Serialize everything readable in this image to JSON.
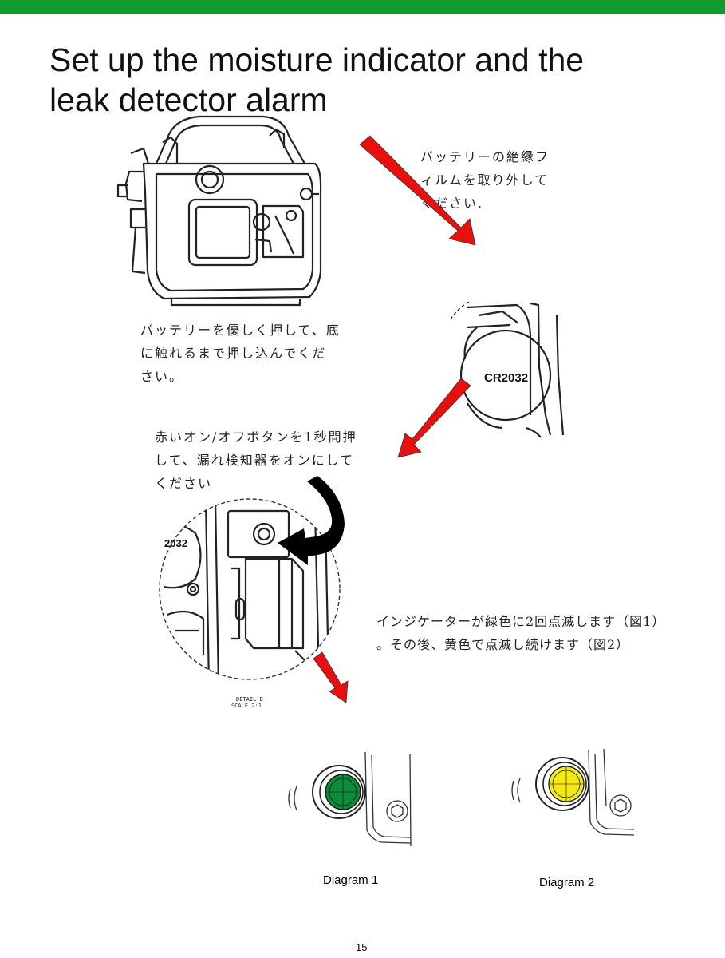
{
  "page": {
    "title_line1": "Set up the moisture indicator and the",
    "title_line2": "leak detector alarm",
    "page_number": "15"
  },
  "instructions": {
    "remove_film": [
      "バッテリーの絶縁フ",
      "ィルムを取り外して",
      "ください."
    ],
    "insert_battery": [
      "バッテリーを優しく押して、底",
      "に触れるまで押し込んでくだ",
      "さい。"
    ],
    "press_button": [
      "赤いオン/オフボタンを1秒間押",
      "して、漏れ検知器をオンにして",
      "ください"
    ],
    "indicator": [
      "インジケーターが緑色に2回点滅します（図1）",
      "。その後、黄色で点滅し続けます（図2）"
    ]
  },
  "labels": {
    "battery": "CR2032",
    "battery_partial": "2032",
    "detail_line1": "DETAIL B",
    "detail_line2": "SCALE 2:1"
  },
  "diagrams": [
    {
      "caption": "Diagram 1",
      "indicator_color": "#0f8a3a"
    },
    {
      "caption": "Diagram 2",
      "indicator_color": "#f4ea13"
    }
  ],
  "colors": {
    "header_bar": "#109a2f",
    "arrow": "#e80f0f",
    "curved_arrow": "#000000"
  }
}
